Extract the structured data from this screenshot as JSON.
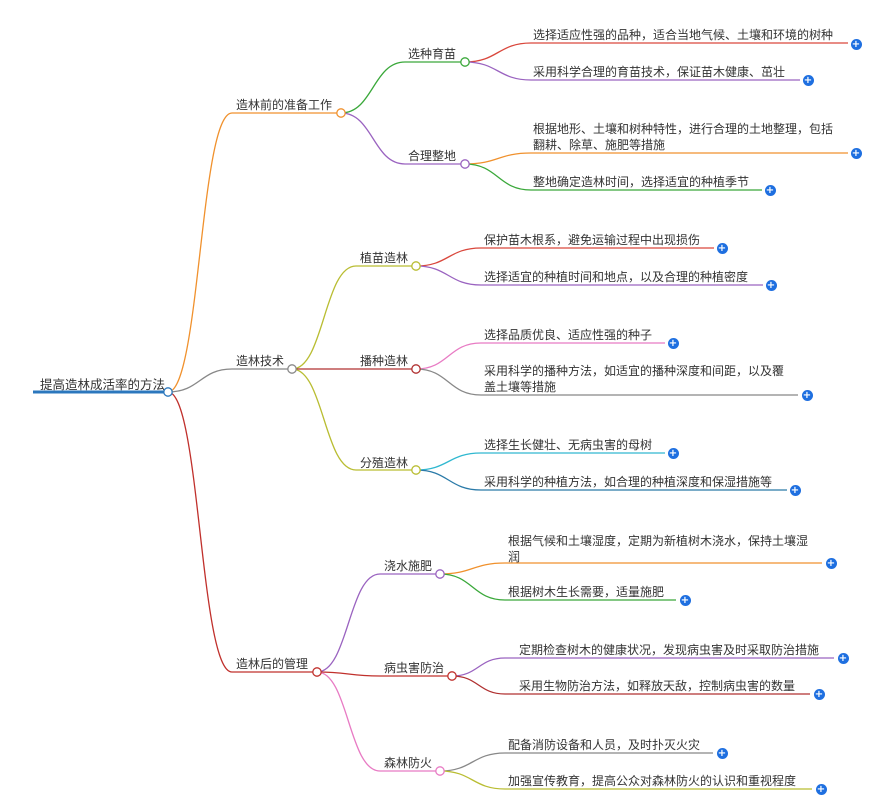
{
  "root": {
    "label": "提高造林成活率的方法",
    "color": "#2b77bd"
  },
  "branches": [
    {
      "key": "prep",
      "label": "造林前的准备工作",
      "color": "#f0912d",
      "children": [
        {
          "key": "select",
          "label": "选种育苗",
          "color": "#3aa83a",
          "leaves": [
            {
              "text": "选择适应性强的品种，适合当地气候、土壤和环境的树种",
              "color": "#d9473c"
            },
            {
              "text": "采用科学合理的育苗技术，保证苗木健康、茁壮",
              "color": "#9a63c0"
            }
          ]
        },
        {
          "key": "land",
          "label": "合理整地",
          "color": "#9a63c0",
          "leaves": [
            {
              "text": "根据地形、土壤和树种特性，进行合理的土地整理，包括翻耕、除草、施肥等措施",
              "color": "#f0912d"
            },
            {
              "text": "整地确定造林时间，选择适宜的种植季节",
              "color": "#3aa83a"
            }
          ]
        }
      ]
    },
    {
      "key": "tech",
      "label": "造林技术",
      "color": "#888888",
      "children": [
        {
          "key": "seedling",
          "label": "植苗造林",
          "color": "#b9bd32",
          "leaves": [
            {
              "text": "保护苗木根系，避免运输过程中出现损伤",
              "color": "#d9473c"
            },
            {
              "text": "选择适宜的种植时间和地点，以及合理的种植密度",
              "color": "#9a63c0"
            }
          ]
        },
        {
          "key": "sowing",
          "label": "播种造林",
          "color": "#b03030",
          "leaves": [
            {
              "text": "选择品质优良、适应性强的种子",
              "color": "#e87bc4"
            },
            {
              "text": "采用科学的播种方法，如适宜的播种深度和间距，以及覆盖土壤等措施",
              "color": "#888888"
            }
          ]
        },
        {
          "key": "division",
          "label": "分殖造林",
          "color": "#b9bd32",
          "leaves": [
            {
              "text": "选择生长健壮、无病虫害的母树",
              "color": "#30b8d0"
            },
            {
              "text": "采用科学的种植方法，如合理的种植深度和保湿措施等",
              "color": "#2a7aa8"
            }
          ]
        }
      ]
    },
    {
      "key": "manage",
      "label": "造林后的管理",
      "color": "#c0302c",
      "children": [
        {
          "key": "water",
          "label": "浇水施肥",
          "color": "#9a63c0",
          "leaves": [
            {
              "text": "根据气候和土壤湿度，定期为新植树木浇水，保持土壤湿润",
              "color": "#f0912d"
            },
            {
              "text": "根据树木生长需要，适量施肥",
              "color": "#3aa83a"
            }
          ]
        },
        {
          "key": "pest",
          "label": "病虫害防治",
          "color": "#c0302c",
          "leaves": [
            {
              "text": "定期检查树木的健康状况，发现病虫害及时采取防治措施",
              "color": "#9a63c0"
            },
            {
              "text": "采用生物防治方法，如释放天敌，控制病虫害的数量",
              "color": "#b03030"
            }
          ]
        },
        {
          "key": "fire",
          "label": "森林防火",
          "color": "#e87bc4",
          "leaves": [
            {
              "text": "配备消防设备和人员，及时扑灭火灾",
              "color": "#888888"
            },
            {
              "text": "加强宣传教育，提高公众对森林防火的认识和重视程度",
              "color": "#b9bd32"
            }
          ]
        }
      ]
    }
  ],
  "icons": {
    "expand": "plus-circle-icon",
    "expand_glyph": "+"
  },
  "accent": "#1e6fe0"
}
